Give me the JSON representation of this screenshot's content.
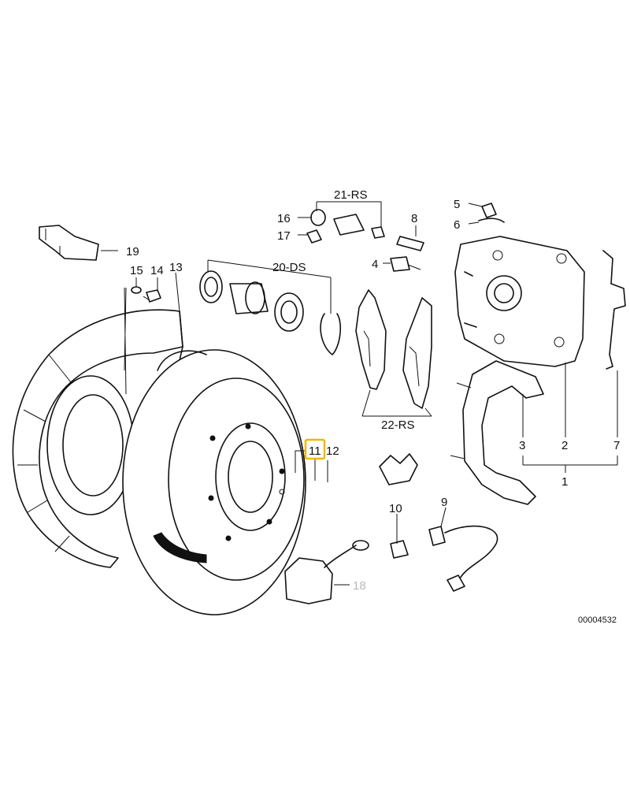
{
  "diagram": {
    "image_id": "00004532",
    "highlighted_part": "11",
    "highlight_color": "#f0b800",
    "dimmed_part_color": "#b8b8b8",
    "labels": {
      "p1": "1",
      "p2": "2",
      "p3": "3",
      "p4": "4",
      "p5": "5",
      "p6": "6",
      "p7": "7",
      "p8": "8",
      "p9": "9",
      "p10": "10",
      "p11": "11",
      "p12": "12",
      "p13": "13",
      "p14": "14",
      "p15": "15",
      "p16": "16",
      "p17": "17",
      "p18": "18",
      "p19": "19",
      "p20": "20-DS",
      "p21": "21-RS",
      "p22": "22-RS"
    }
  }
}
